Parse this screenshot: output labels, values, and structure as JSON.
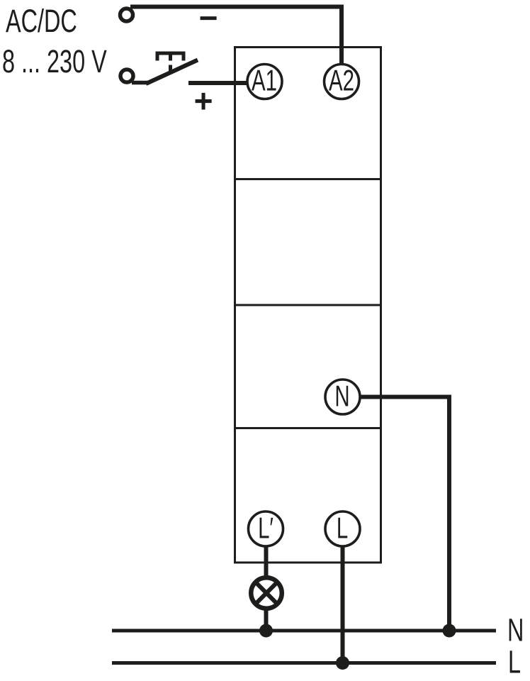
{
  "diagram_type": "wiring-connection-diagram",
  "supply": {
    "type_label": "AC/DC",
    "voltage_label": "8 ... 230 V",
    "minus_sign": "−",
    "plus_sign": "+"
  },
  "device": {
    "terminals": {
      "a1": "A1",
      "a2": "A2",
      "n": "N",
      "l_switched": "L′",
      "l": "L"
    },
    "sections": 4
  },
  "mains": {
    "neutral_label": "N",
    "line_label": "L"
  },
  "load": "lamp",
  "icons": {
    "push_button": "momentary-push-button-icon",
    "lamp": "lamp-load-icon",
    "open_terminal": "open-terminal-icon",
    "junction": "junction-dot"
  },
  "colors": {
    "ink": "#1d1d1b",
    "background": "#ffffff"
  }
}
